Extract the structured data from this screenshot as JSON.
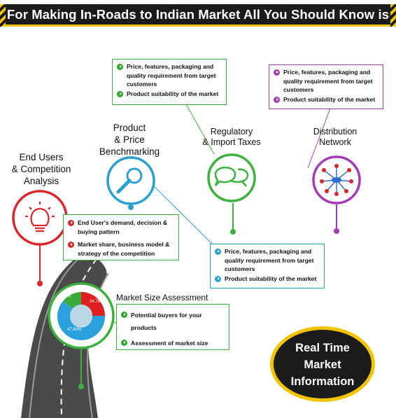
{
  "banner": {
    "title": "For Making In-Roads to Indian Market All You Should Know is"
  },
  "nodes": {
    "end_users": {
      "label_line1": "End Users",
      "label_line2": "& Competition",
      "label_line3": "Analysis",
      "icon": "lightbulb-icon",
      "color": "#d9262a"
    },
    "product": {
      "label_line1": "Product",
      "label_line2": "& Price",
      "label_line3": "Benchmarking",
      "icon": "magnifier-icon",
      "color": "#2a9fd0"
    },
    "regulatory": {
      "label_line1": "Regulatory",
      "label_line2": "& Import Taxes",
      "icon": "speech-bubbles-icon",
      "color": "#3db13d"
    },
    "distribution": {
      "label_line1": "Distribution",
      "label_line2": "Network",
      "icon": "network-hub-icon",
      "color": "#a23bb5"
    },
    "market_size": {
      "label": "Market Size Assessment",
      "icon": "donut-chart-icon",
      "color": "#3db13d"
    }
  },
  "boxes": {
    "regulatory": {
      "items": [
        "Price, features, packaging and quality requirement from target customers",
        "Product suitability of the market"
      ]
    },
    "distribution": {
      "items": [
        "Price, features, packaging and quality requirement from target customers",
        "Product suitability of the market"
      ]
    },
    "end_users": {
      "items": [
        "End User's demand, decision & buying pattern",
        "Market share, business model & strategy of the competition"
      ]
    },
    "product": {
      "items": [
        "Price, features, packaging and quality requirement from target customers",
        "Product suitability of the market"
      ]
    },
    "market_size": {
      "items": [
        "Potential buyers for your products",
        "Assessment of market size"
      ]
    }
  },
  "donut": {
    "slices": [
      "34.78%",
      "47.83%",
      "8.70%"
    ]
  },
  "callout": {
    "line1": "Real Time",
    "line2": "Market",
    "line3": "Information"
  },
  "colors": {
    "accent_yellow": "#f2c400",
    "banner_dark": "#1b1b1b",
    "road": "#4a4a4a"
  }
}
